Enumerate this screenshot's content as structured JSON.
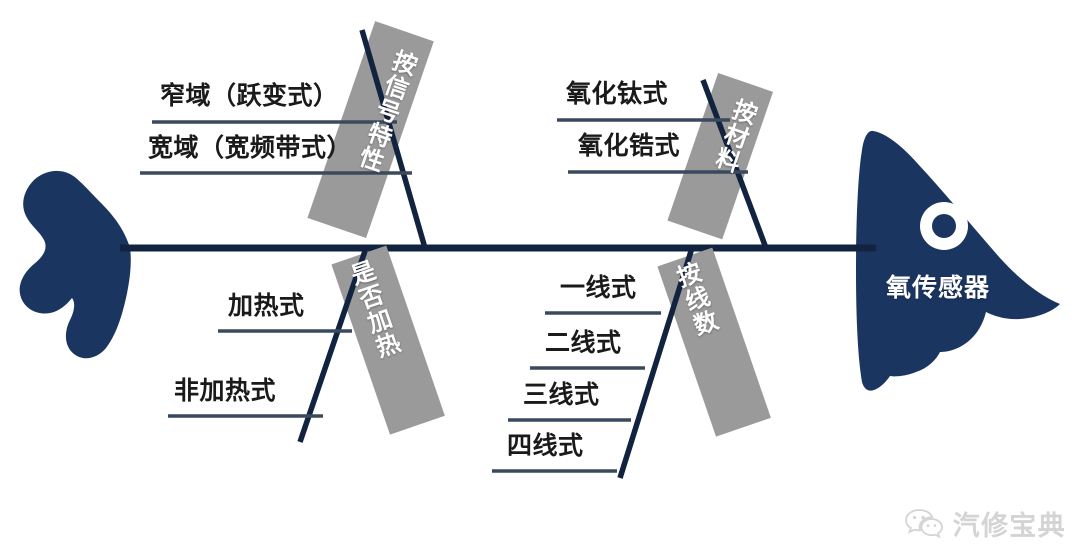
{
  "diagram": {
    "type": "fishbone",
    "head": {
      "title": "氧传感器"
    },
    "colors": {
      "fish": "#1b3561",
      "spine": "#12233f",
      "category_box": "#9a9a9a",
      "leaf_line": "#3a4a5c",
      "background": "#ffffff",
      "category_text": "#ffffff"
    },
    "branches": [
      {
        "id": "signal-characteristic",
        "position": "top-left",
        "category": "按信号特性",
        "items": [
          "窄域（跃变式）",
          "宽域（宽频带式）"
        ]
      },
      {
        "id": "material",
        "position": "top-right",
        "category": "按材料",
        "items": [
          "氧化钛式",
          "氧化锆式"
        ]
      },
      {
        "id": "heated",
        "position": "bottom-left",
        "category": "是否加热",
        "items": [
          "加热式",
          "非加热式"
        ]
      },
      {
        "id": "wire-count",
        "position": "bottom-right",
        "category": "按线数",
        "items": [
          "一线式",
          "二线式",
          "三线式",
          "四线式"
        ]
      }
    ]
  },
  "watermark": {
    "icon": "wechat-icon",
    "text": "汽修宝典"
  }
}
